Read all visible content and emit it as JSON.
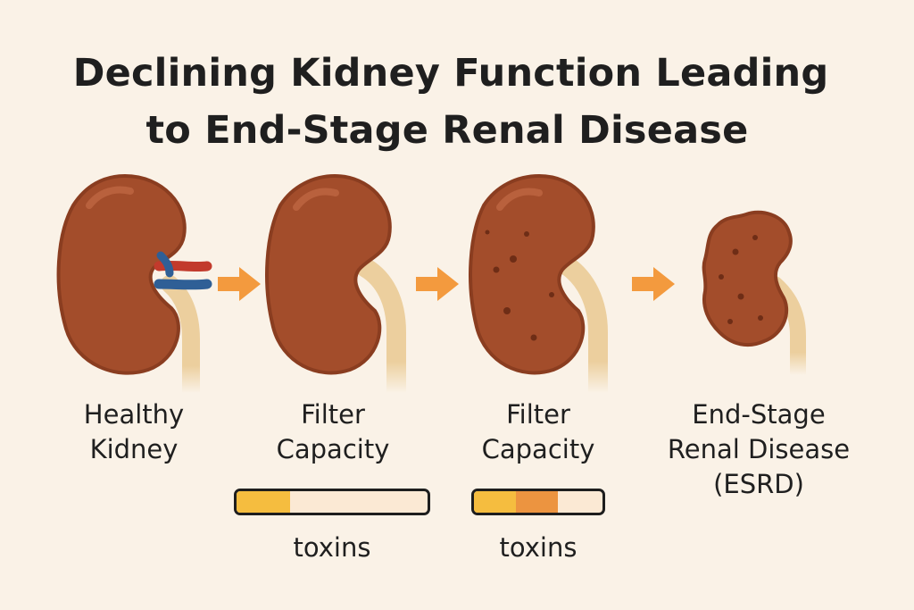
{
  "title": {
    "line1": "Declining Kidney Function Leading",
    "line2": "to End-Stage Renal Disease"
  },
  "stages": [
    {
      "line1": "Healthy",
      "line2": "Kidney"
    },
    {
      "line1": "Filter",
      "line2": "Capacity",
      "toxins": "toxins"
    },
    {
      "line1": "Filter",
      "line2": "Capacity",
      "toxins": "toxins"
    },
    {
      "line1": "End-Stage",
      "line2": "Renal Disease",
      "line3": "(ESRD)"
    }
  ],
  "capacity_bars": [
    {
      "stage": 2,
      "filled_fraction": 0.28,
      "segments": [
        "#f5bd3f"
      ]
    },
    {
      "stage": 3,
      "filled_fraction": 0.65,
      "segments": [
        "#f5bd3f",
        "#ec9440"
      ]
    }
  ],
  "colors": {
    "background": "#faf2e7",
    "kidney": "#a34d2b",
    "kidney_dark": "#8a3d20",
    "ureter": "#eccf9e",
    "artery": "#c23a2c",
    "vein": "#2f5f96",
    "arrow": "#f39a3e",
    "bar_yellow": "#f5bd3f",
    "bar_orange": "#ec9440",
    "bar_empty": "#fbe9d4"
  },
  "icons": [
    "kidney-healthy-icon",
    "kidney-reduced-icon",
    "kidney-damaged-icon",
    "kidney-shrunken-icon",
    "arrow-right-icon"
  ]
}
